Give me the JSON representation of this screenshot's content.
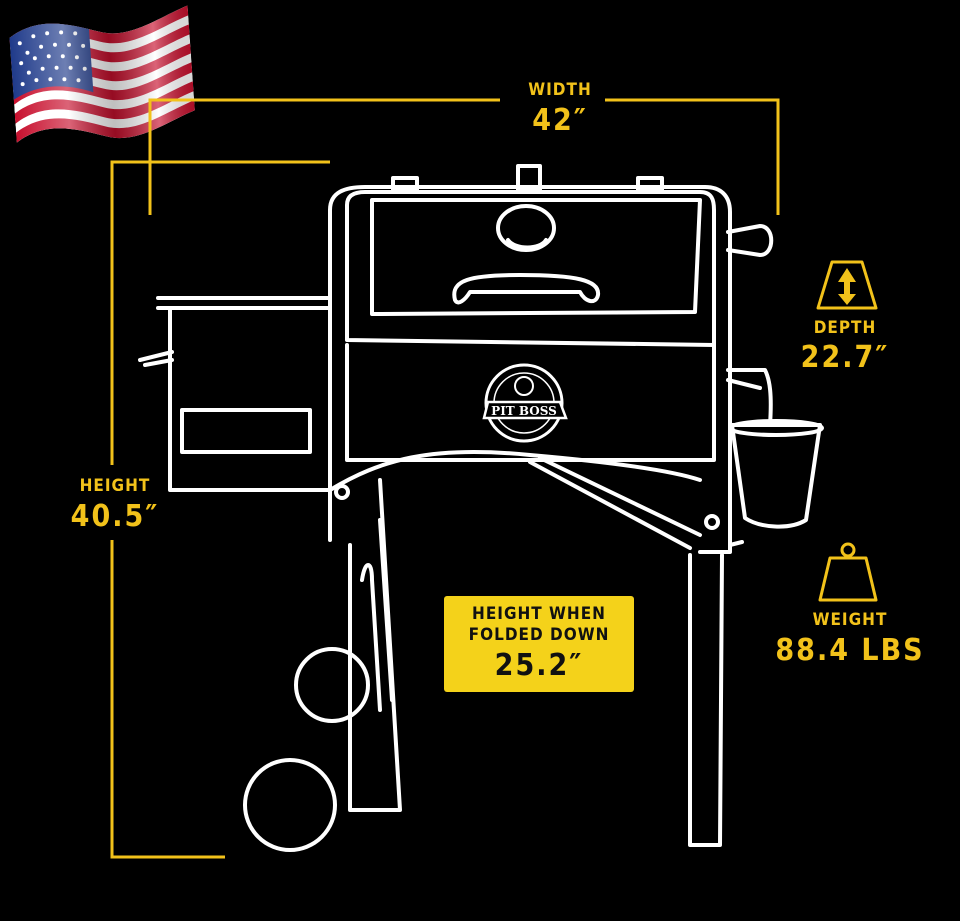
{
  "brand": {
    "logo_text": "PIT BOSS"
  },
  "dimensions": {
    "width": {
      "label": "WIDTH",
      "value": "42″"
    },
    "height": {
      "label": "HEIGHT",
      "value": "40.5″"
    },
    "depth": {
      "label": "DEPTH",
      "value": "22.7″"
    },
    "weight": {
      "label": "WEIGHT",
      "value": "88.4 LBS"
    },
    "folded": {
      "line1": "HEIGHT WHEN",
      "line2": "FOLDED DOWN",
      "value": "25.2″"
    }
  },
  "colors": {
    "background": "#000000",
    "accent": "#f2c21a",
    "outline": "#ffffff",
    "callout_bg": "#f4d21a"
  },
  "icons": [
    "us-flag-icon",
    "depth-arrow-icon",
    "weight-icon"
  ]
}
